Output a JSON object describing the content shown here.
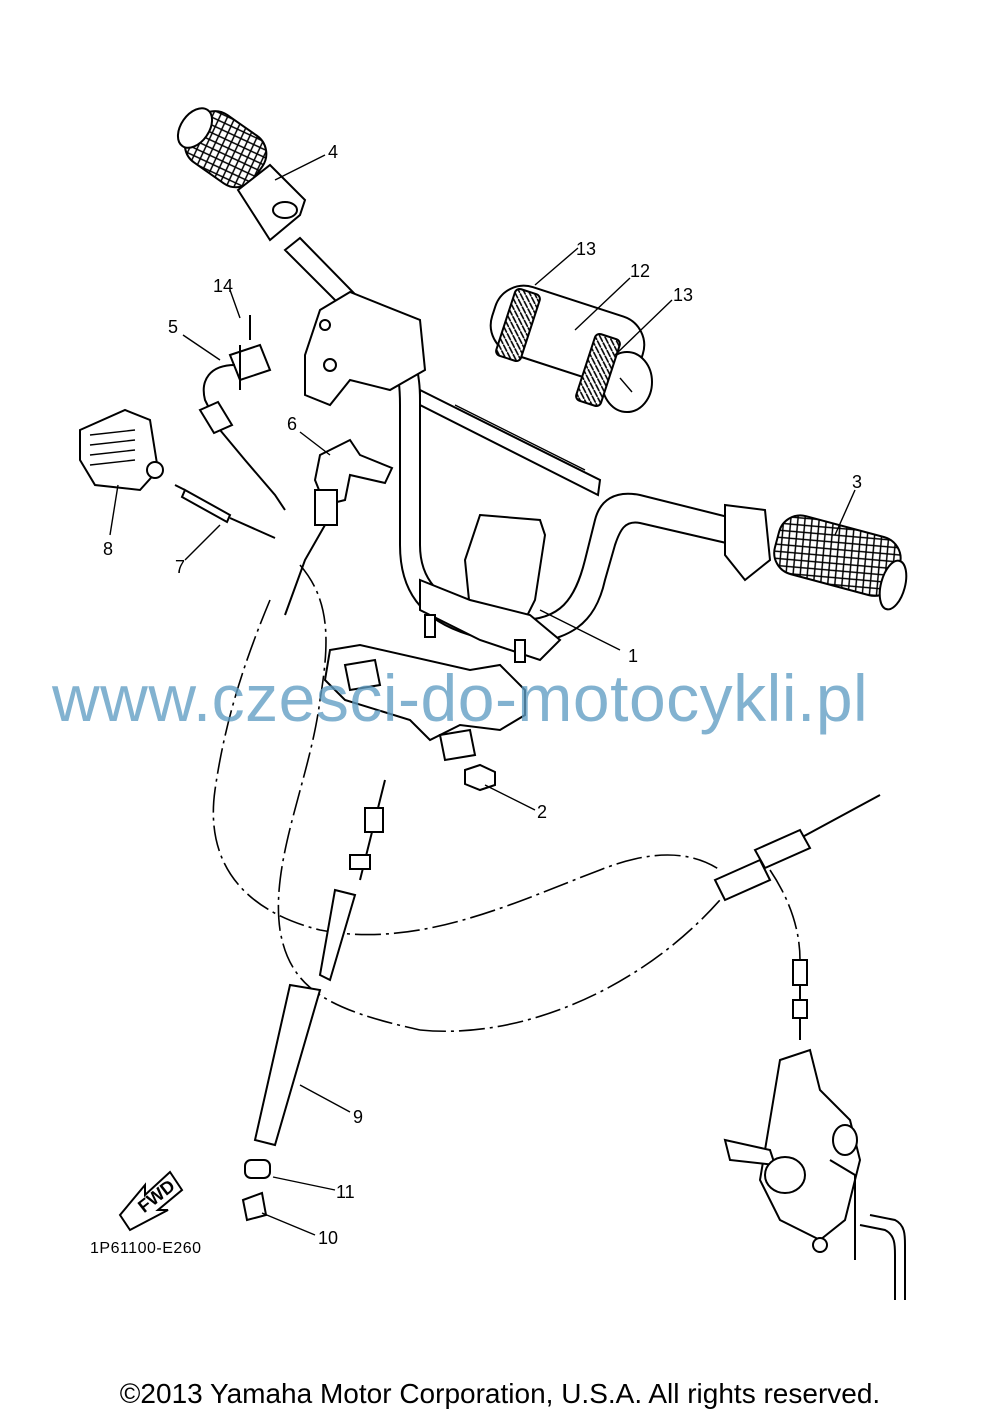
{
  "watermark": "www.czesci-do-motocykli.pl",
  "copyright": "©2013 Yamaha Motor Corporation, U.S.A. All rights reserved.",
  "diagram_code": "1P61100-E260",
  "fwd_label": "FWD",
  "callouts": {
    "c1": "1",
    "c2": "2",
    "c3": "3",
    "c4": "4",
    "c5": "5",
    "c6": "6",
    "c7": "7",
    "c8": "8",
    "c9": "9",
    "c10": "10",
    "c11": "11",
    "c12": "12",
    "c13a": "13",
    "c13b": "13",
    "c14": "14"
  },
  "colors": {
    "watermark": "#5f9dc3",
    "line": "#000000",
    "background": "#ffffff"
  }
}
